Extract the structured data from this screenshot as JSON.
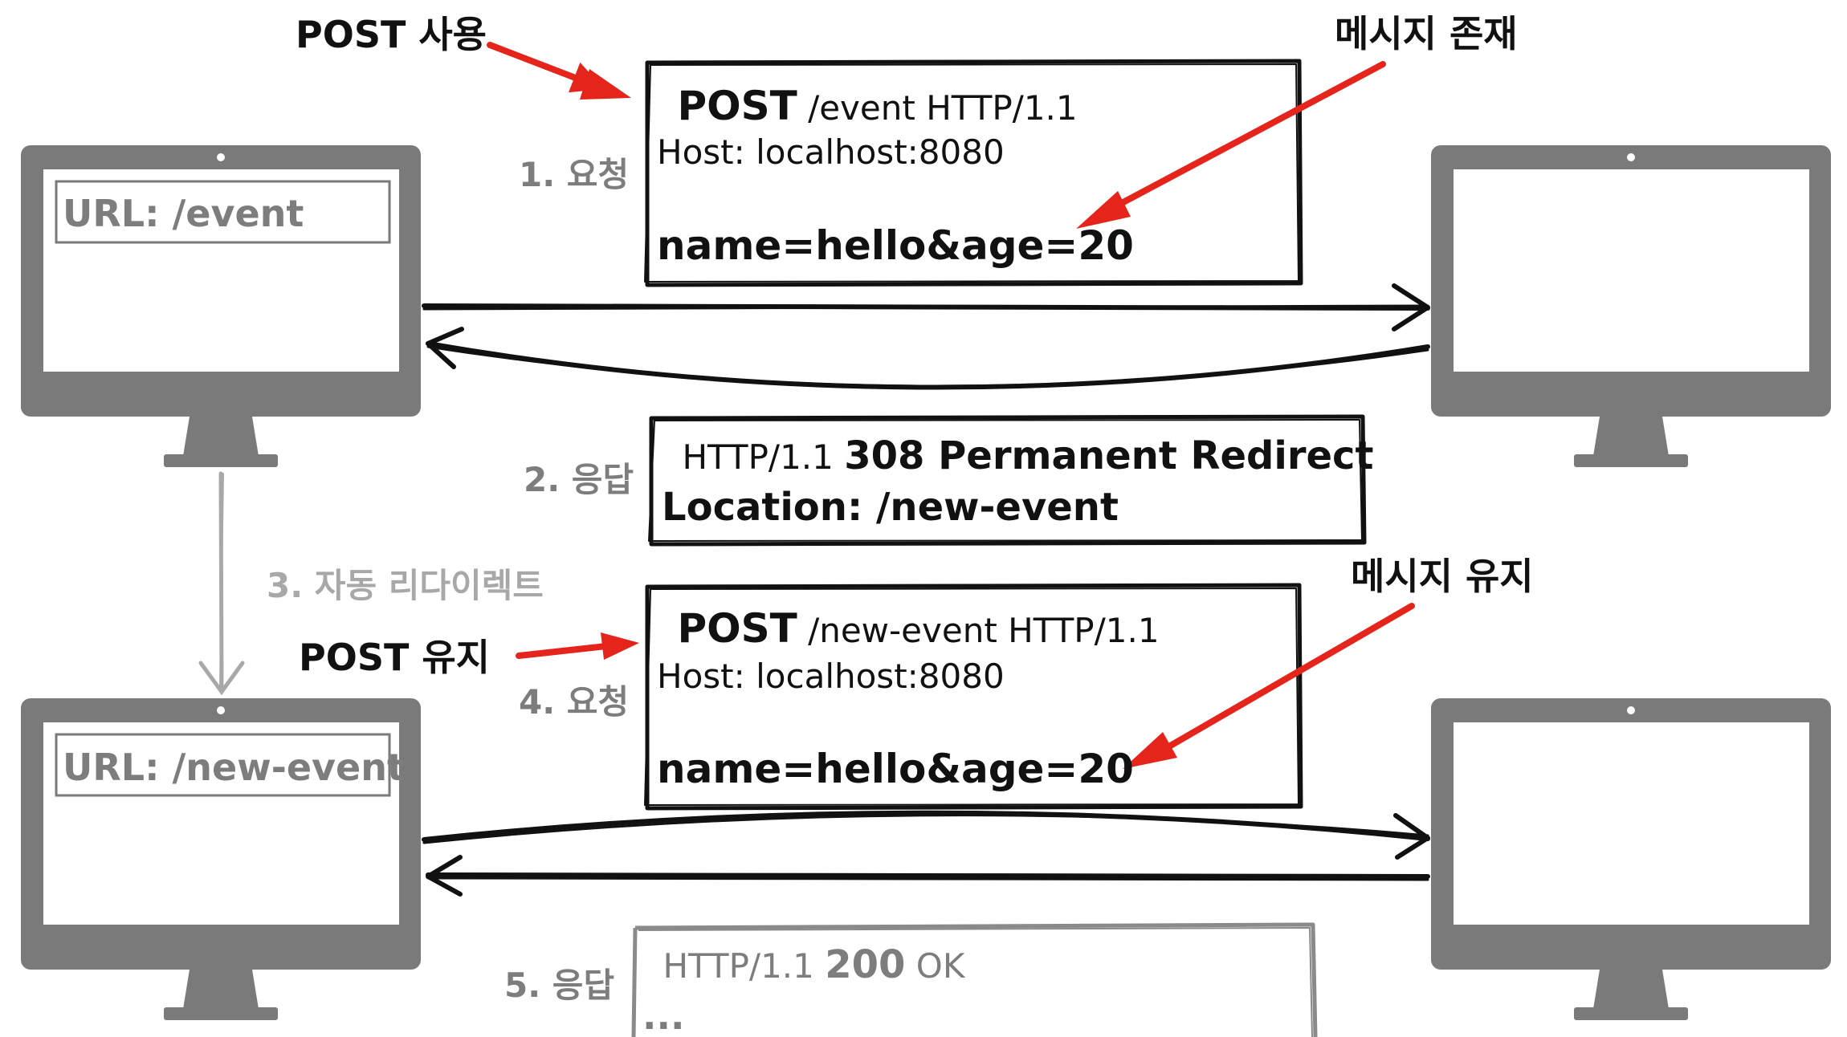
{
  "colors": {
    "monitor": "#7a7a7a",
    "arrow_red": "#e5251c",
    "ink": "#111111",
    "muted": "#7d7d7d",
    "faint": "#a8a8a8"
  },
  "annotations": {
    "post_use": "POST 사용",
    "message_exists": "메시지 존재",
    "post_keep": "POST 유지",
    "message_keep": "메시지 유지"
  },
  "steps": {
    "step1": "1. 요청",
    "step2": "2. 응답",
    "step3": "3. 자동 리다이렉트",
    "step4": "4. 요청",
    "step5": "5. 응답"
  },
  "client_top": {
    "url": "URL: /event"
  },
  "client_bottom": {
    "url": "URL: /new-event"
  },
  "request1": {
    "method": "POST",
    "line_rest": " /event HTTP/1.1",
    "host": "Host: localhost:8080",
    "body": "name=hello&age=20"
  },
  "response1": {
    "version": "HTTP/1.1 ",
    "status": "308 Permanent Redirect",
    "location": "Location: /new-event"
  },
  "request2": {
    "method": "POST",
    "line_rest": " /new-event HTTP/1.1",
    "host": "Host: localhost:8080",
    "body": "name=hello&age=20"
  },
  "response2": {
    "version": "HTTP/1.1 ",
    "code": "200",
    "reason": " OK",
    "ellipsis": "..."
  }
}
